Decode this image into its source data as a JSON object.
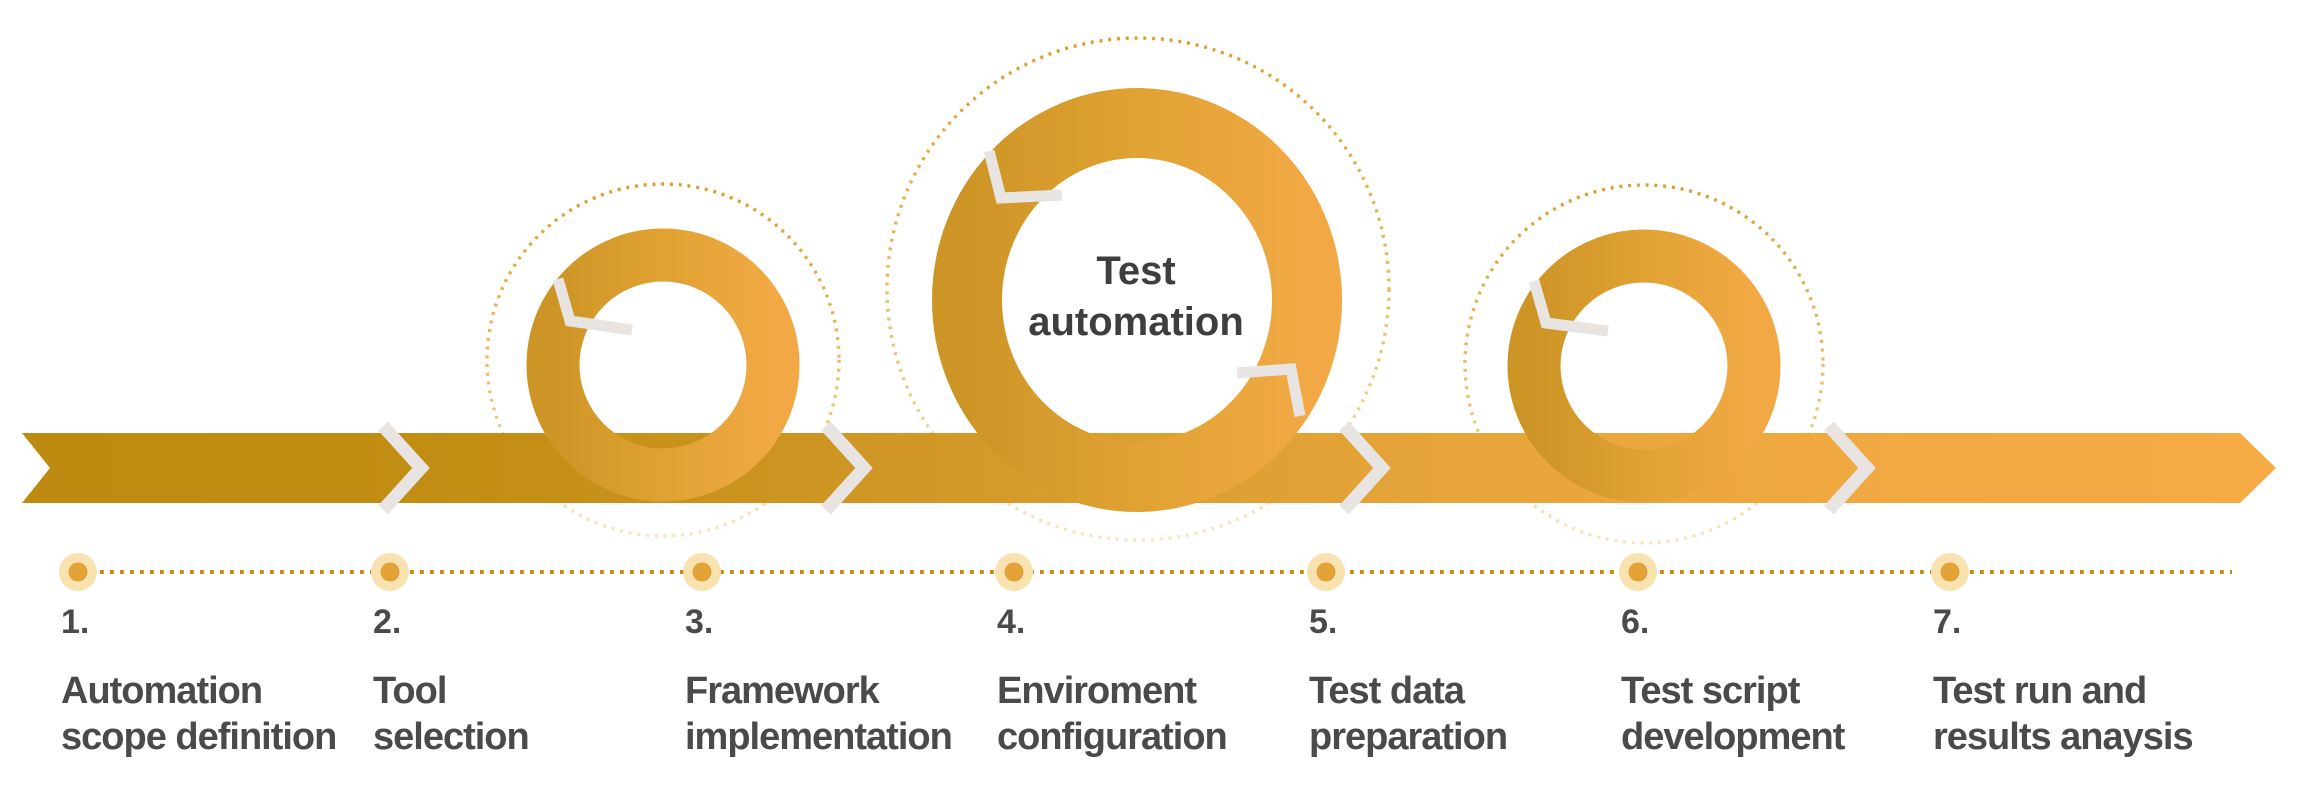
{
  "diagram": {
    "center_label": {
      "line1": "Test",
      "line2": "automation"
    },
    "steps": [
      {
        "number": "1.",
        "line1": "Automation",
        "line2": "scope definition"
      },
      {
        "number": "2.",
        "line1": "Tool",
        "line2": "selection"
      },
      {
        "number": "3.",
        "line1": "Framework",
        "line2": "implementation"
      },
      {
        "number": "4.",
        "line1": "Enviroment",
        "line2": "configuration"
      },
      {
        "number": "5.",
        "line1": "Test data",
        "line2": "preparation"
      },
      {
        "number": "6.",
        "line1": "Test script",
        "line2": "development"
      },
      {
        "number": "7.",
        "line1": "Test run and",
        "line2": "results anaysis"
      }
    ],
    "colors": {
      "band_gradient_start": "#BE8A10",
      "band_gradient_end": "#F6AB45",
      "ring_dark": "#CD9526",
      "ring_light": "#F2A945",
      "dotted_circle_dark": "#DC9E2E",
      "dotted_circle_pale": "#F8E5C0",
      "timeline_dot": "#CA8910",
      "marker_halo": "#F8E2B0",
      "marker_dot": "#E2A238",
      "separator_mark": "#E7E4E1",
      "center_text": "#3E3E3E",
      "step_text": "#4A4A4A"
    }
  }
}
